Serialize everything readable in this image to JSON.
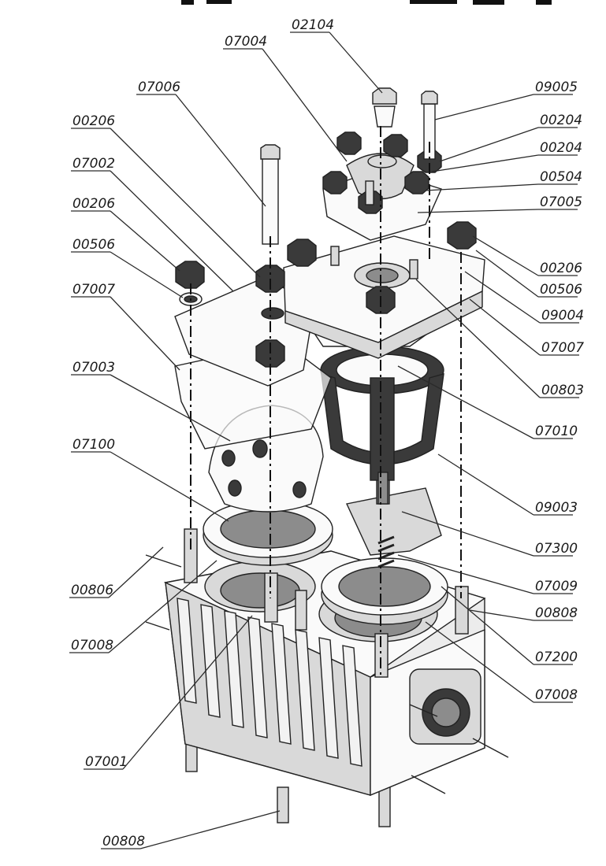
{
  "callouts": [
    {
      "id": "c02104",
      "label": "02104"
    },
    {
      "id": "c07004",
      "label": "07004"
    },
    {
      "id": "c07006",
      "label": "07006"
    },
    {
      "id": "c00206a",
      "label": "00206"
    },
    {
      "id": "c07002",
      "label": "07002"
    },
    {
      "id": "c00206b",
      "label": "00206"
    },
    {
      "id": "c00506a",
      "label": "00506"
    },
    {
      "id": "c07007a",
      "label": "07007"
    },
    {
      "id": "c07003",
      "label": "07003"
    },
    {
      "id": "c07100",
      "label": "07100"
    },
    {
      "id": "c00806",
      "label": "00806"
    },
    {
      "id": "c07008a",
      "label": "07008"
    },
    {
      "id": "c07001",
      "label": "07001"
    },
    {
      "id": "c00808a",
      "label": "00808"
    },
    {
      "id": "c09005",
      "label": "09005"
    },
    {
      "id": "c00204a",
      "label": "00204"
    },
    {
      "id": "c00204b",
      "label": "00204"
    },
    {
      "id": "c00504",
      "label": "00504"
    },
    {
      "id": "c07005",
      "label": "07005"
    },
    {
      "id": "c00206c",
      "label": "00206"
    },
    {
      "id": "c00506b",
      "label": "00506"
    },
    {
      "id": "c09004",
      "label": "09004"
    },
    {
      "id": "c07007b",
      "label": "07007"
    },
    {
      "id": "c00803",
      "label": "00803"
    },
    {
      "id": "c07010",
      "label": "07010"
    },
    {
      "id": "c09003",
      "label": "09003"
    },
    {
      "id": "c07300",
      "label": "07300"
    },
    {
      "id": "c07009",
      "label": "07009"
    },
    {
      "id": "c00808b",
      "label": "00808"
    },
    {
      "id": "c07200",
      "label": "07200"
    },
    {
      "id": "c07008b",
      "label": "07008"
    }
  ]
}
